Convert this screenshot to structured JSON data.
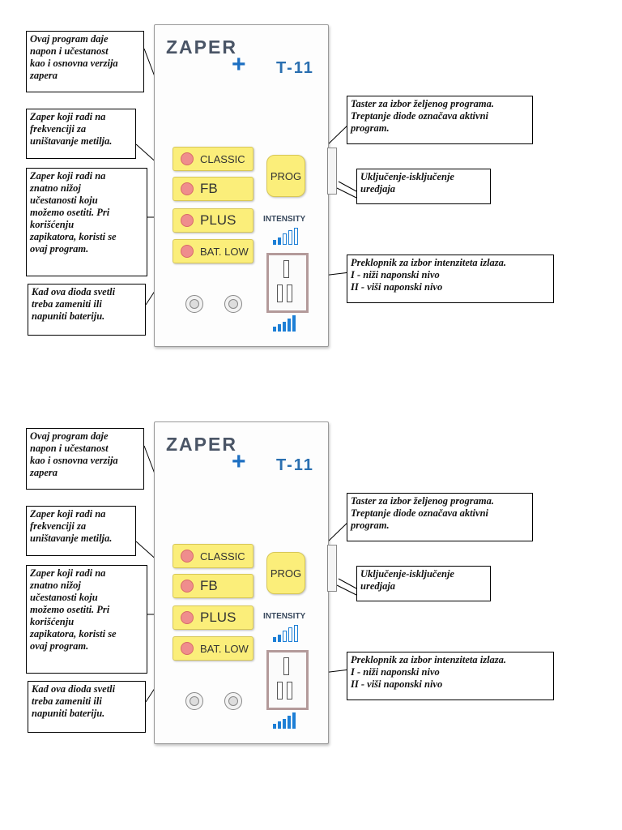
{
  "device": {
    "brand": "ZAPER",
    "plus_mark": "+",
    "model": "T-11",
    "buttons": [
      {
        "label": "CLASSIC"
      },
      {
        "label": "FB"
      },
      {
        "label": "PLUS"
      },
      {
        "label": "BAT. LOW"
      }
    ],
    "prog_label": "PROG",
    "intensity_label": "INTENSITY",
    "led_color": "#ef8d8d",
    "button_color": "#fbee7a",
    "bar_color": "#1d7fd6"
  },
  "callouts": {
    "classic": [
      "Ovaj program daje",
      "napon i učestanost",
      "kao i osnovna verzija",
      "zapera"
    ],
    "fb": [
      "Zaper koji radi na",
      "frekvenciji za",
      "uništavanje metilja."
    ],
    "plus": [
      "Zaper koji radi na",
      "znatno nižoj",
      "učestanosti koju",
      "možemo osetiti. Pri",
      "korišćenju",
      "zapikatora, koristi se",
      "ovaj program."
    ],
    "bat_low": [
      "Kad ova dioda svetli",
      "treba zameniti ili",
      "napuniti bateriju."
    ],
    "prog": [
      "Taster za izbor željenog programa.",
      "Treptanje diode označava aktivni",
      "program."
    ],
    "power": [
      "Uključenje-isključenje",
      "uredjaja"
    ],
    "intensity": [
      "Preklopnik za izbor intenziteta izlaza.",
      "I - niži naponski nivo",
      "II - viši naponski nivo"
    ]
  }
}
